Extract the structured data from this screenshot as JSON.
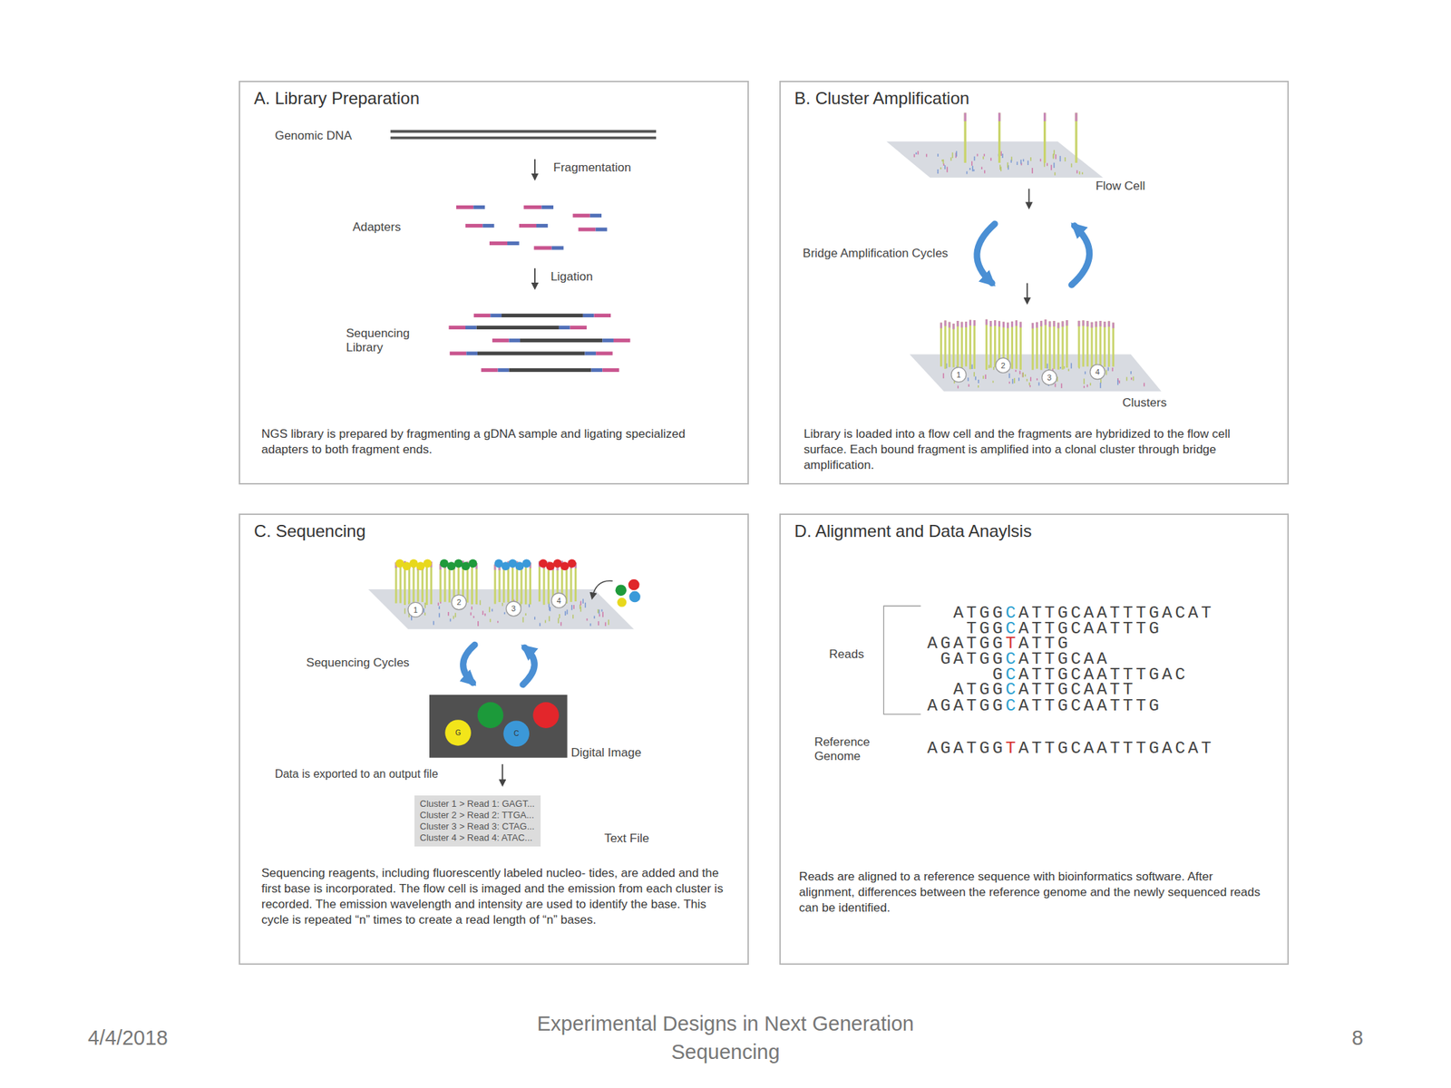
{
  "diagram": {
    "nodes": [
      {
        "text": [
          "A. Library Preparation",
          "NGS library is prepared by fragmenting a gDNA sample and ligating specialized adapters to both fragment ends."
        ]
      },
      {
        "text": [
          "B. Cluster Amplification",
          "Library is loaded into a flow cell and the fragments are hybridized to the flow cell surface. Each bound fragment is amplified into a clonal cluster through bridge amplification."
        ]
      },
      {
        "text": [
          "C. Sequencing",
          "Sequencing reagents, including fluorescently labeled nucleo- tides, are added and the first base is incorporated. The flow cell is imaged and the emission from each cluster is recorded. The emission wavelength and intensity are used to identify the base. This cycle is repeated “n” times to create a read length of “n” bases."
        ]
      },
      {
        "text": [
          "Cluster 1 > Read 1: GAGT...",
          "Cluster 2 > Read 2: TTGA...",
          "Cluster 3 > Read 3: CTAG...",
          "Cluster 4 > Read 4: ATAC..."
        ],
        "in": 2
      },
      {
        "text": [
          "D. Alignment and Data Anaylsis",
          "Reads are aligned to a reference sequence with bioinformatics software. After alignment, differences between the reference genome and the newly sequenced reads can be identified."
        ]
      }
    ],
    "labels": [
      "Genomic DNA",
      "Fragmentation",
      "Adapters",
      "Ligation",
      "Sequencing Library",
      "Flow Cell",
      "Bridge Amplification Cycles",
      "1",
      "2",
      "3",
      "4",
      "Clusters",
      "1",
      "2",
      "3",
      "4",
      "Sequencing Cycles",
      "G",
      "C",
      "Digital Image",
      "Data is exported to an output file",
      "Text File",
      "Reads",
      "ATGGCATTGCAATTTGACAT",
      "TGGCATTGCAATTTG",
      "AGATGGTATTG",
      "GATGGCATTGCAA",
      "GCATTGCAATTTGAC",
      "ATGGCATTGCAATT",
      "AGATGGCATTGCAATTTG",
      "Reference Genome",
      "AGATGGTATTGCAATTTGACAT",
      "4/4/2018",
      "Experimental Designs in Next Generation Sequencing",
      "8"
    ]
  }
}
